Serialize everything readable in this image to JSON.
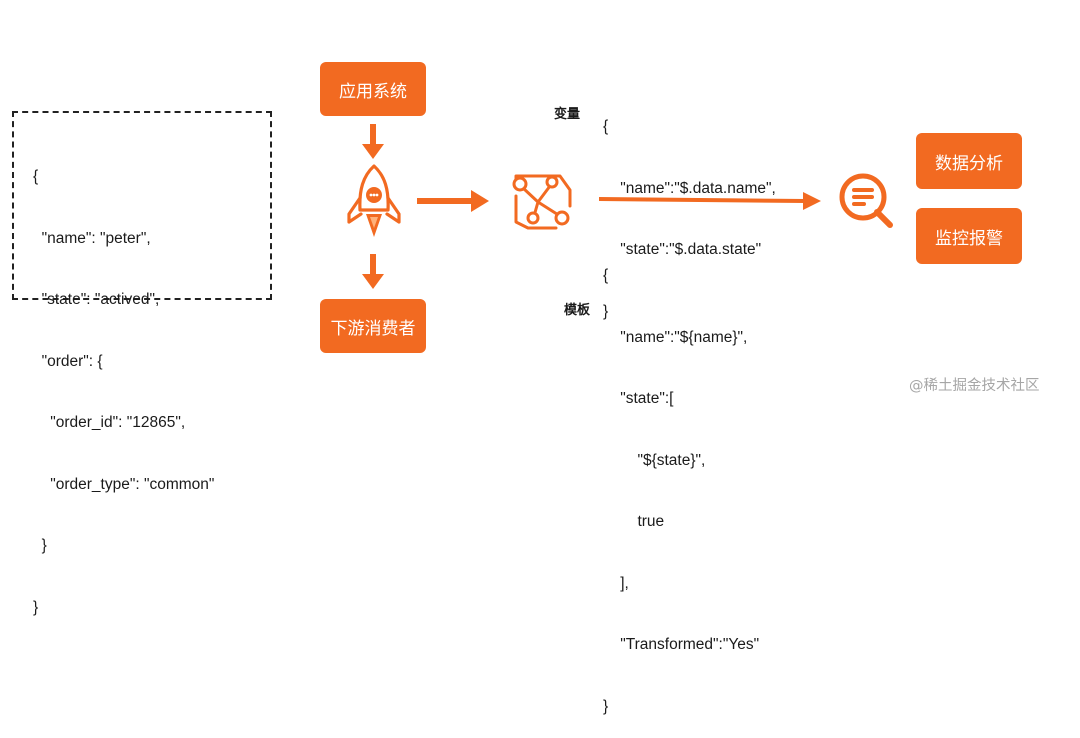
{
  "source_json": [
    "{",
    "  \"name\": \"peter\",",
    "  \"state\": \"actived\",",
    "  \"order\": {",
    "    \"order_id\": \"12865\",",
    "    \"order_type\": \"common\"",
    "  }",
    "}"
  ],
  "nodes": {
    "app_system": "应用系统",
    "downstream_consumer": "下游消费者",
    "data_analysis": "数据分析",
    "monitor_alert": "监控报警"
  },
  "labels": {
    "variables": "变量",
    "template": "模板"
  },
  "variables_code": [
    "{",
    "    \"name\":\"$.data.name\",",
    "    \"state\":\"$.data.state\"",
    "}"
  ],
  "template_code": [
    "{",
    "    \"name\":\"${name}\",",
    "    \"state\":[",
    "        \"${state}\",",
    "        true",
    "    ],",
    "    \"Transformed\":\"Yes\"",
    "}"
  ],
  "watermark": "@稀土掘金技术社区",
  "colors": {
    "accent": "#f26a21",
    "text": "#1b1b1b"
  },
  "icons": [
    "rocket-icon",
    "event-bridge-icon",
    "analytics-search-icon"
  ]
}
